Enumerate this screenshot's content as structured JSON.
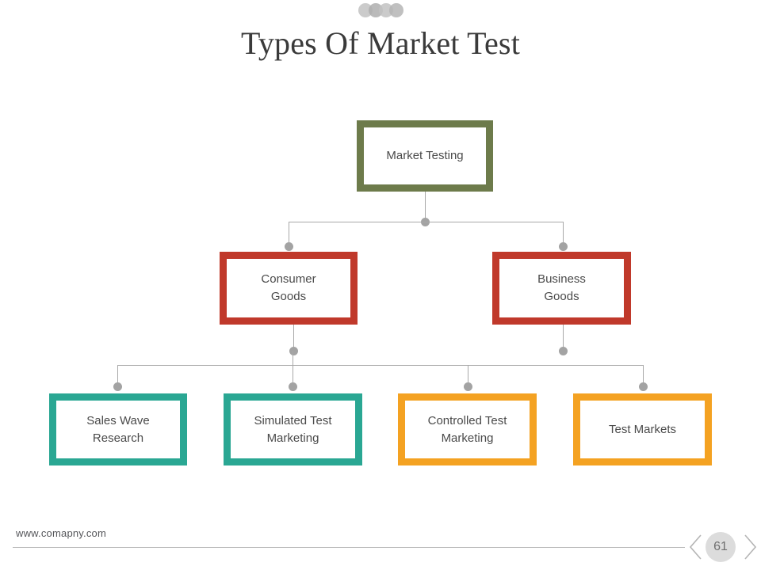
{
  "slide": {
    "title": "Types Of Market Test",
    "background": "#ffffff",
    "decor_dots": {
      "count": 4,
      "color": "#b7b7b7",
      "name": "decorative-dot-cluster"
    }
  },
  "diagram": {
    "type": "hierarchy-tree",
    "connector_color": "#a8a8a8",
    "connector_dot_color": "#a3a3a3",
    "levels": [
      {
        "level": 1,
        "nodes": [
          {
            "label": "Market Testing",
            "color": "#6d7b4b",
            "color_name": "olive-green"
          }
        ]
      },
      {
        "level": 2,
        "nodes": [
          {
            "label": "Consumer\nGoods",
            "color": "#c0392b",
            "color_name": "brick-red"
          },
          {
            "label": "Business\nGoods",
            "color": "#c0392b",
            "color_name": "brick-red"
          }
        ]
      },
      {
        "level": 3,
        "nodes": [
          {
            "label": "Sales Wave\nResearch",
            "color": "#2aa793",
            "color_name": "teal"
          },
          {
            "label": "Simulated Test\nMarketing",
            "color": "#2aa793",
            "color_name": "teal"
          },
          {
            "label": "Controlled Test\nMarketing",
            "color": "#f4a222",
            "color_name": "orange"
          },
          {
            "label": "Test Markets",
            "color": "#f4a222",
            "color_name": "orange"
          }
        ]
      }
    ]
  },
  "footer": {
    "url": "www.comapny.com",
    "page_number": "61",
    "prev_icon": "chevron-left-icon",
    "next_icon": "chevron-right-icon"
  }
}
